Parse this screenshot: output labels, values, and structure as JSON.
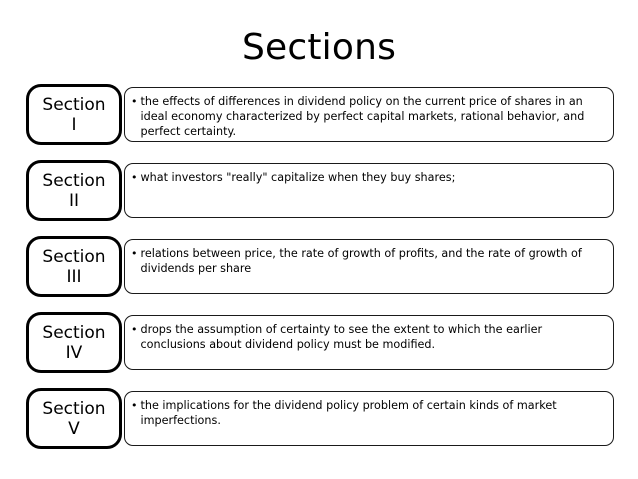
{
  "slide": {
    "title": "Sections",
    "bullet_glyph": "•",
    "rows": [
      {
        "label_word": "Section",
        "label_numeral": "I",
        "text": "the effects of differences in dividend policy on the current  price of shares in an ideal economy characterized by perfect capital markets, rational behavior, and perfect certainty."
      },
      {
        "label_word": "Section",
        "label_numeral": "II",
        "text": "what investors \"really\" capitalize when they buy shares;"
      },
      {
        "label_word": "Section",
        "label_numeral": "III",
        "text": "relations between price, the rate of growth of profits, and the rate of  growth of dividends per share"
      },
      {
        "label_word": "Section",
        "label_numeral": "IV",
        "text": "drops the assumption of certainty to see the extent to which the earlier conclusions about dividend policy must be modified."
      },
      {
        "label_word": "Section",
        "label_numeral": "V",
        "text": "the implications  for  the  dividend  policy problem of  certain kinds of  market imperfections."
      }
    ]
  }
}
